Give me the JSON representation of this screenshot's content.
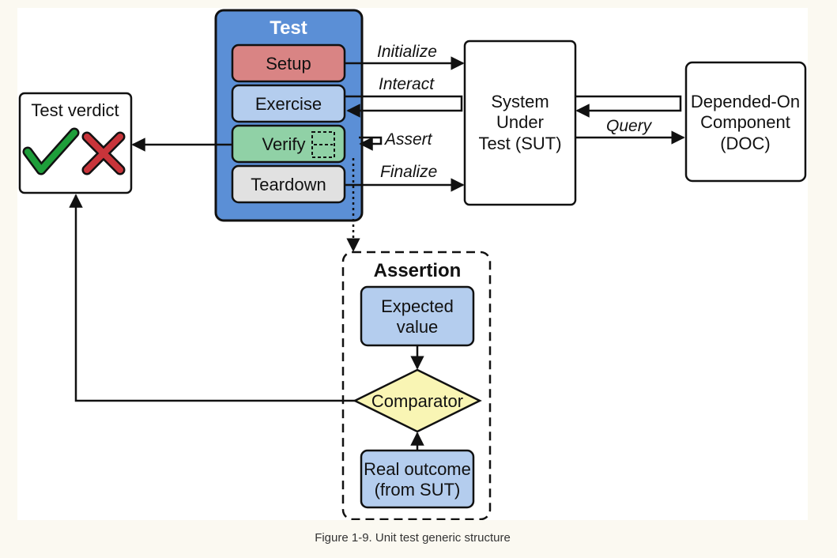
{
  "diagram": {
    "test_title": "Test",
    "phases": {
      "setup": "Setup",
      "exercise": "Exercise",
      "verify": "Verify",
      "teardown": "Teardown"
    },
    "arrows": {
      "initialize": "Initialize",
      "interact": "Interact",
      "assert": "Assert",
      "finalize": "Finalize",
      "query": "Query"
    },
    "sut": [
      "System",
      "Under",
      "Test (SUT)"
    ],
    "doc": [
      "Depended-On",
      "Component",
      "(DOC)"
    ],
    "verdict": {
      "title": "Test verdict",
      "pass_icon": "check-icon",
      "fail_icon": "cross-icon"
    },
    "assertion": {
      "title": "Assertion",
      "expected": [
        "Expected",
        "value"
      ],
      "comparator": "Comparator",
      "real": [
        "Real outcome",
        "(from SUT)"
      ]
    },
    "colors": {
      "test_bg": "#5b8fd6",
      "setup": "#d98484",
      "exercise": "#b4cdee",
      "verify": "#90d1a6",
      "teardown": "#e1e1e1",
      "assertion_box": "#b4cdee",
      "comparator": "#f9f5b4",
      "check": "#1e9e3a",
      "cross": "#c8343a"
    }
  },
  "caption": "Figure 1-9. Unit test generic structure"
}
